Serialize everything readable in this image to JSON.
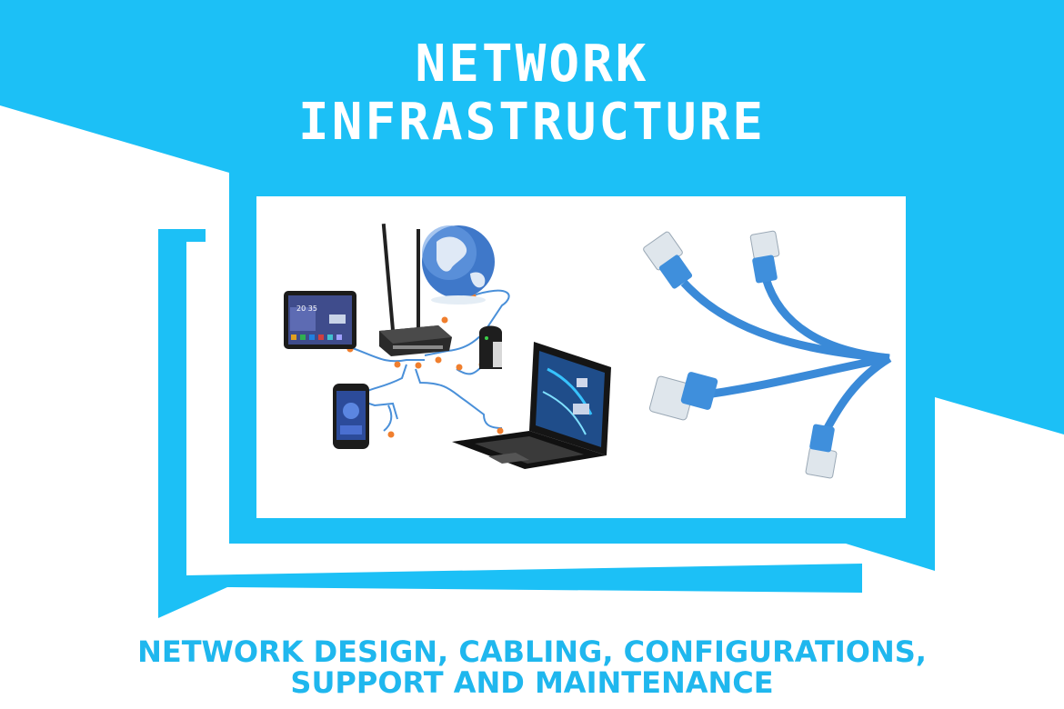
{
  "colors": {
    "accent": "#1cc0f6",
    "subtitle": "#1fb7ee",
    "panel": "#ffffff"
  },
  "title": {
    "line1": "NETWORK",
    "line2": "INFRASTRUCTURE"
  },
  "subtitle": {
    "line1": "NETWORK DESIGN, CABLING, CONFIGURATIONS,",
    "line2": "SUPPORT AND MAINTENANCE"
  },
  "tablet_screen": {
    "clock": "20 35"
  },
  "illustrations": [
    "globe-icon",
    "tablet-icon",
    "router-icon",
    "modem-icon",
    "smartphone-icon",
    "laptop-icon",
    "ethernet-cables-icon"
  ]
}
